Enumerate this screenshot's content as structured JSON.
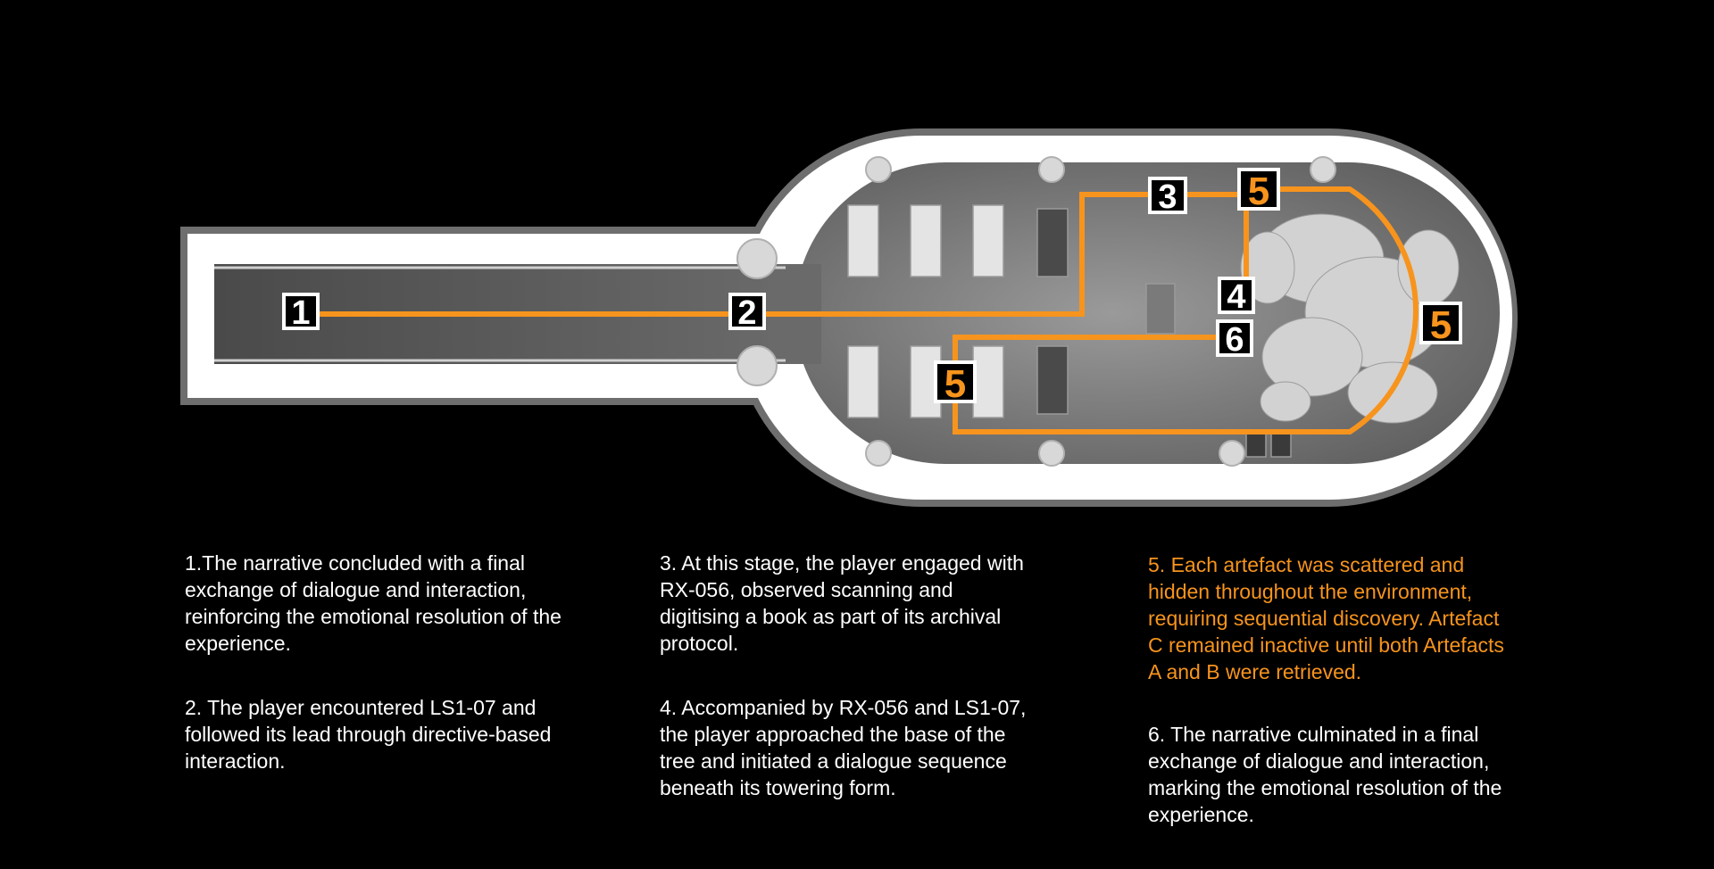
{
  "theme": {
    "path_color": "#f7941d",
    "background": "#000000",
    "text_color": "#ffffff",
    "floor_color": "#8a8a8a",
    "wall_color": "#ffffff"
  },
  "markers": [
    {
      "label": "1",
      "highlight": false
    },
    {
      "label": "2",
      "highlight": false
    },
    {
      "label": "3",
      "highlight": false
    },
    {
      "label": "4",
      "highlight": false
    },
    {
      "label": "6",
      "highlight": false
    },
    {
      "label": "5",
      "highlight": true
    },
    {
      "label": "5",
      "highlight": true
    },
    {
      "label": "5",
      "highlight": true
    }
  ],
  "notes": [
    {
      "text": "1.The narrative concluded with a final\nexchange of dialogue and interaction,\nreinforcing the emotional resolution of the\nexperience.",
      "highlight": false
    },
    {
      "text": "2. The player encountered LS1-07 and\nfollowed its lead through directive-based\ninteraction.",
      "highlight": false
    },
    {
      "text": "3. At this stage, the player engaged with\nRX-056, observed scanning and\ndigitising a book as part of its archival\nprotocol.",
      "highlight": false
    },
    {
      "text": "4. Accompanied by RX-056 and LS1-07,\nthe player approached the base of the\ntree and initiated a dialogue sequence\nbeneath its towering form.",
      "highlight": false
    },
    {
      "text": "5. Each artefact was scattered and\nhidden throughout the environment,\nrequiring sequential discovery. Artefact\nC remained inactive until both Artefacts\nA and B were retrieved.",
      "highlight": true
    },
    {
      "text": "6. The narrative culminated in a final\nexchange of dialogue and interaction,\nmarking the emotional resolution of the\nexperience.",
      "highlight": false
    }
  ]
}
